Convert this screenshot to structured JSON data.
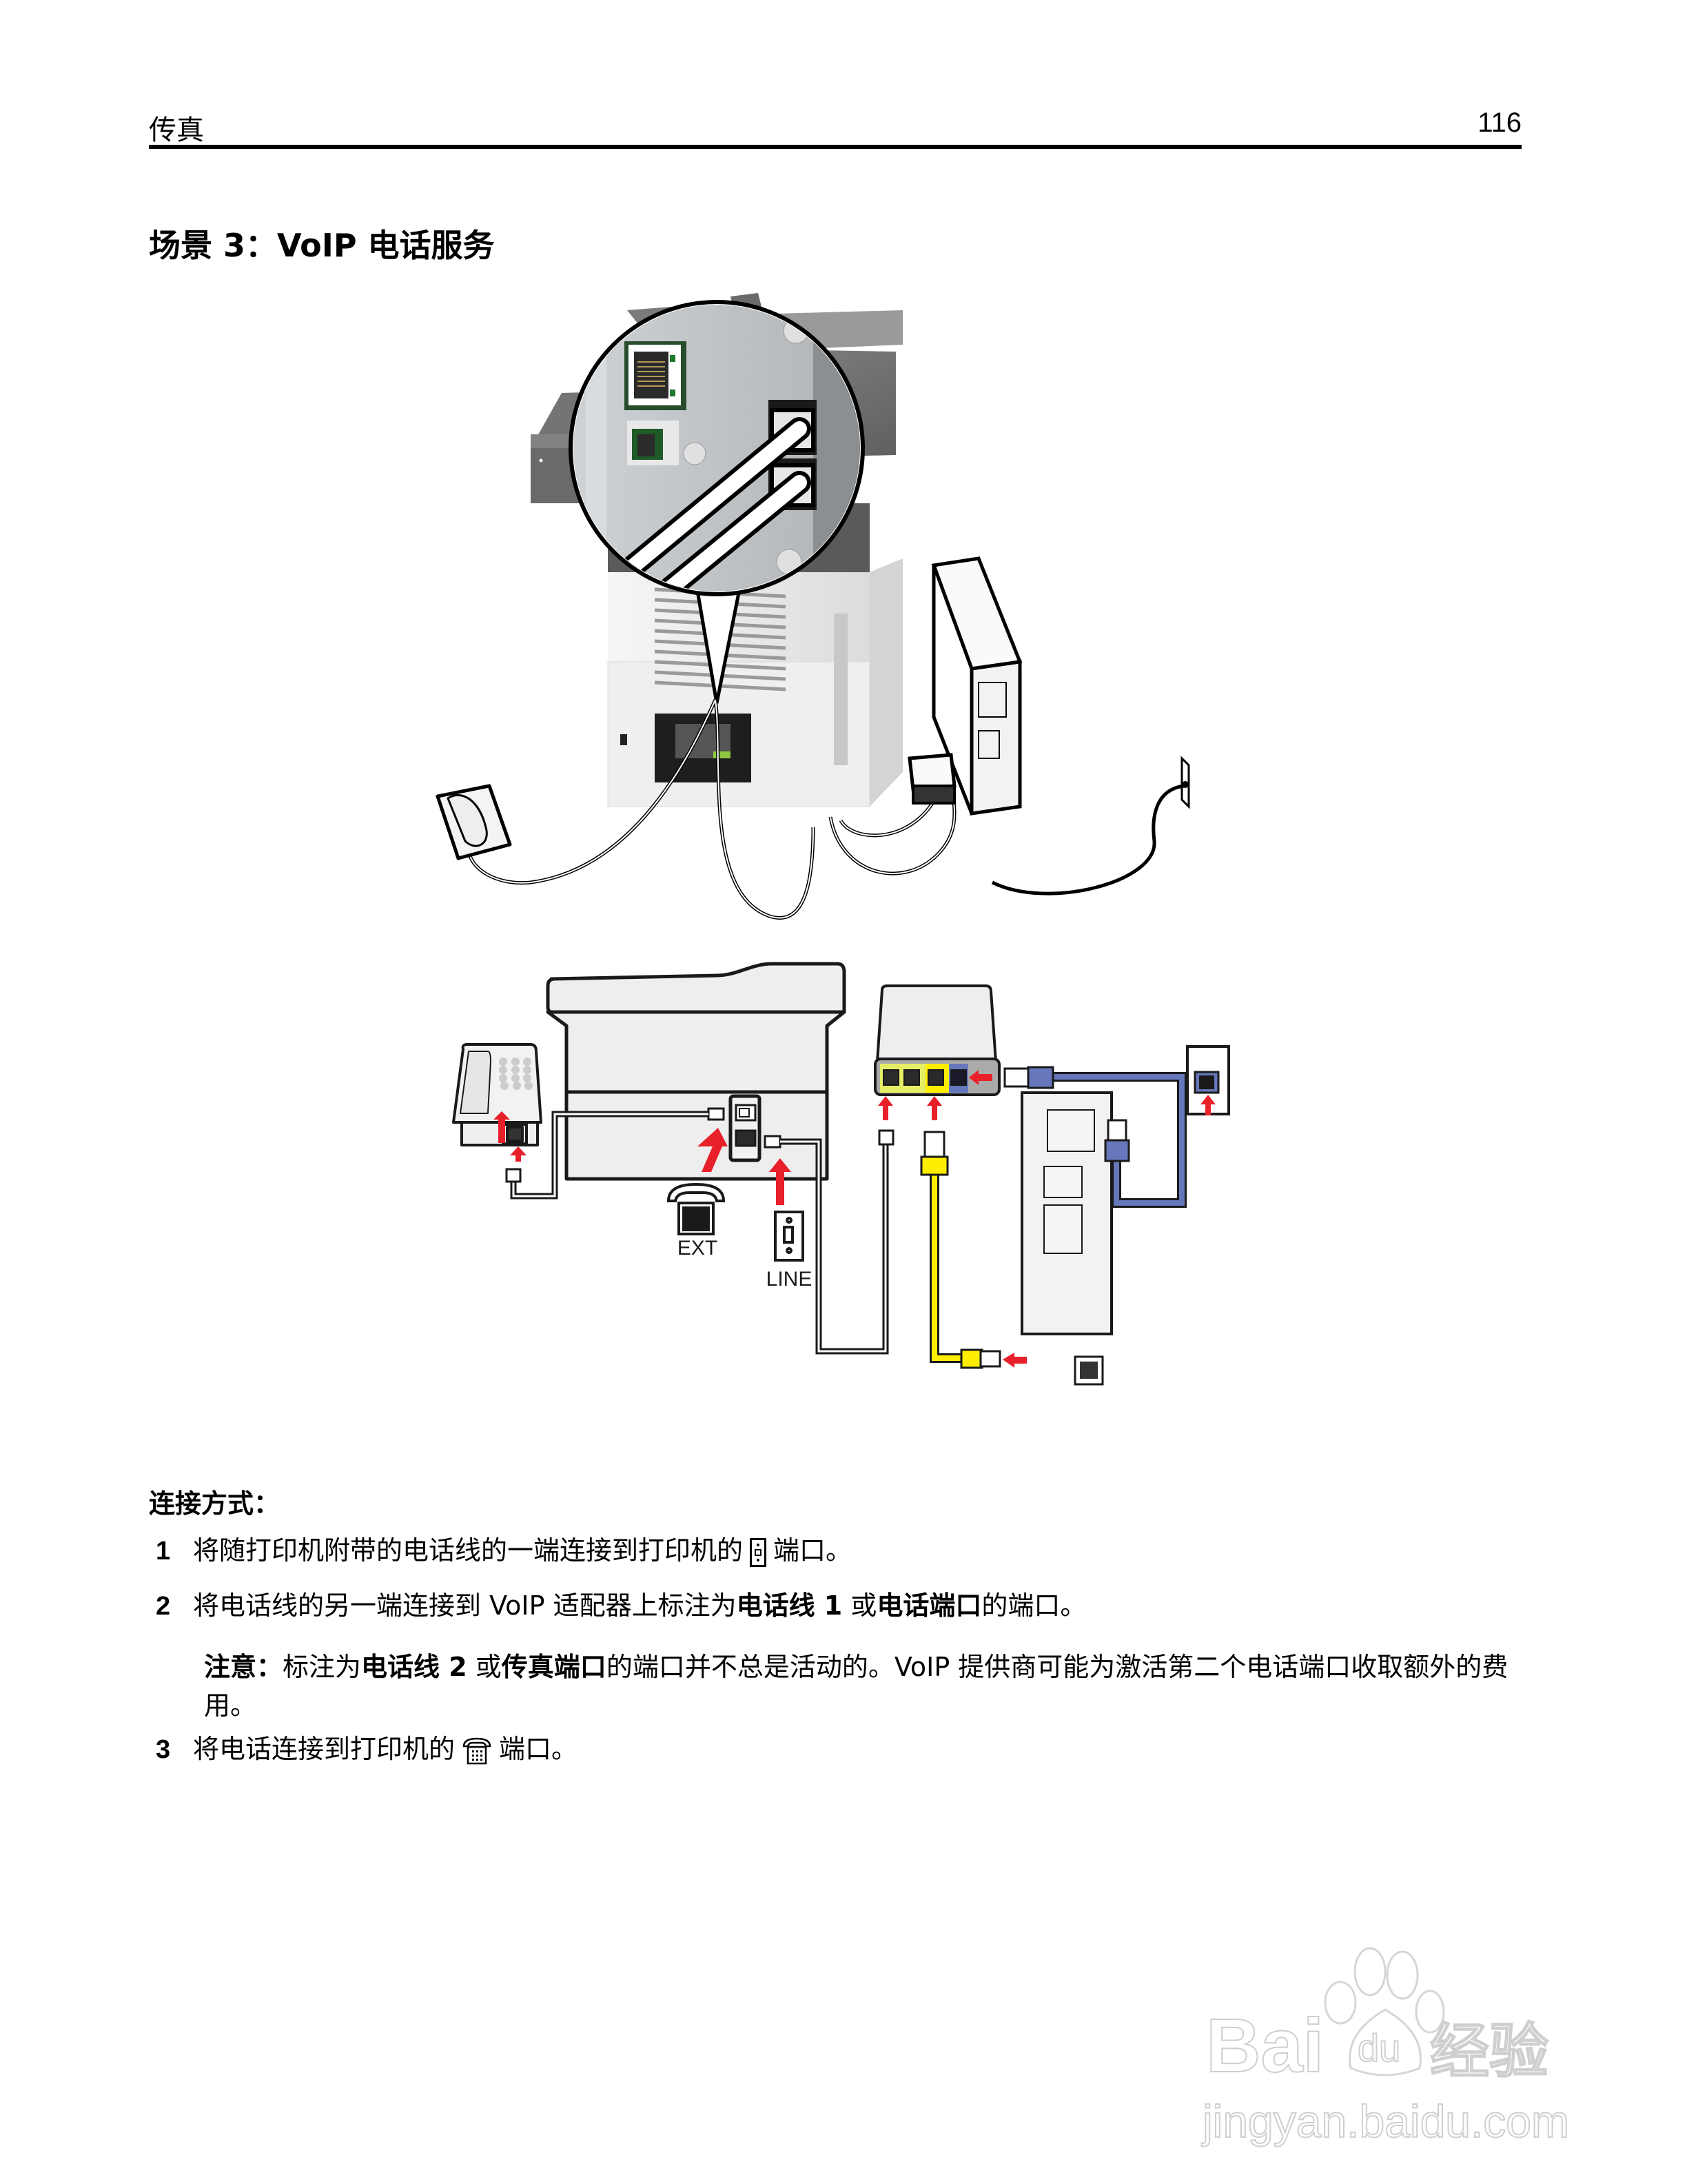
{
  "header": {
    "section": "传真",
    "page_number": "116"
  },
  "title": "场景 3：VoIP 电话服务",
  "figures": {
    "photo": {
      "description": "printer rear with magnified phone ports, telephone, VoIP adapter, computer tower, wall jack"
    },
    "diagram": {
      "ext_label": "EXT",
      "line_label": "LINE",
      "colors": {
        "arrow": "#e8202a",
        "phone_port_panel": "#e6ee66",
        "ethernet_yellow": "#ffee00",
        "ethernet_blue": "#6677bb",
        "device_fill": "#eeeeee",
        "outline": "#1a1a1a"
      }
    }
  },
  "connection": {
    "heading": "连接方式：",
    "steps": [
      {
        "number": "1",
        "text_before": "将随打印机附带的电话线的一端连接到打印机的",
        "icon": "line-port-icon",
        "text_after": "端口。"
      },
      {
        "number": "2",
        "text_before": "将电话线的另一端连接到 VoIP 适配器上标注为",
        "bold_1": "电话线 1",
        "text_mid": " 或",
        "bold_2": "电话端口",
        "text_after": "的端口。"
      },
      {
        "number": "3",
        "text_before": "将电话连接到打印机的",
        "icon": "telephone-port-icon",
        "text_after": "端口。"
      }
    ],
    "note": {
      "label": "注意：",
      "text_1": "标注为",
      "bold_1": "电话线 2",
      "text_2": " 或",
      "bold_2": "传真端口",
      "text_3": "的端口并不总是活动的。VoIP 提供商可能为激活第二个电话端口收取额外的费用。"
    }
  },
  "watermark": {
    "brand": "Baidu经验",
    "url": "jingyan.baidu.com"
  }
}
